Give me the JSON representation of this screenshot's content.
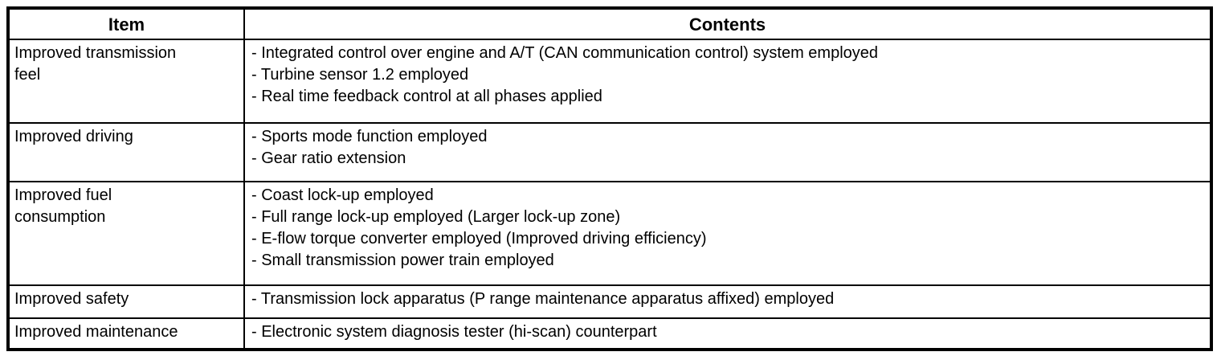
{
  "colors": {
    "background": "#ffffff",
    "border": "#000000",
    "text": "#000000"
  },
  "table": {
    "headers": {
      "item": "Item",
      "contents": "Contents"
    },
    "rows": [
      {
        "item": "Improved transmission\nfeel",
        "contents": [
          "- Integrated control over engine and A/T (CAN communication control) system employed",
          "- Turbine sensor 1.2 employed",
          "- Real time feedback control at all phases applied"
        ]
      },
      {
        "item": "Improved driving",
        "contents": [
          "- Sports mode function employed",
          "- Gear ratio extension"
        ]
      },
      {
        "item": "Improved fuel\nconsumption",
        "contents": [
          "- Coast lock-up employed",
          "- Full range lock-up employed (Larger lock-up zone)",
          "- E-flow torque converter employed (Improved driving efficiency)",
          "- Small transmission power train employed"
        ]
      },
      {
        "item": "Improved safety",
        "contents": [
          "- Transmission lock apparatus (P range maintenance apparatus affixed) employed"
        ]
      },
      {
        "item": "Improved maintenance",
        "contents": [
          "- Electronic system diagnosis tester (hi-scan) counterpart"
        ]
      }
    ]
  }
}
